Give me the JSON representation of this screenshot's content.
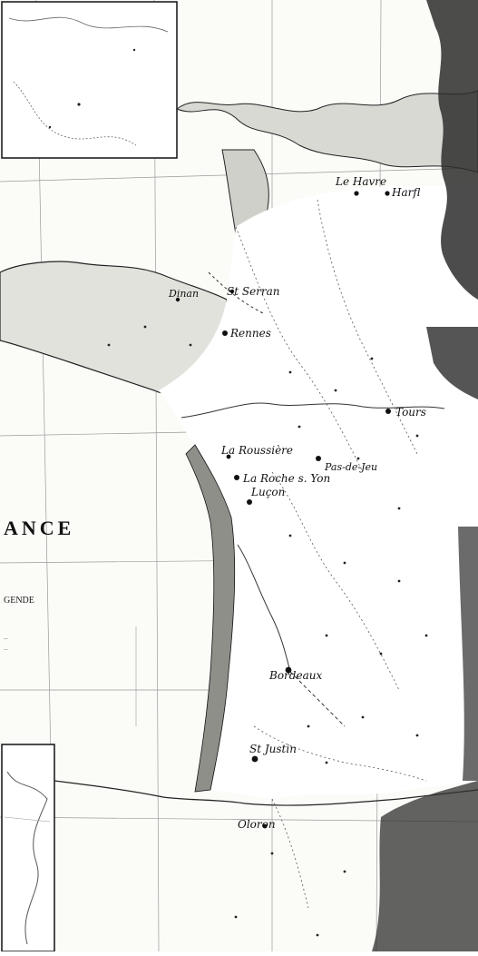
{
  "map": {
    "title_fragment": "ANCE",
    "legend_heading": "GENDE",
    "legend_lines": [
      "...",
      "..."
    ],
    "places": [
      {
        "id": "le-havre",
        "name": "Le Havre"
      },
      {
        "id": "harfleur",
        "name": "Harfl"
      },
      {
        "id": "dinan",
        "name": "Dinan"
      },
      {
        "id": "st-servan",
        "name": "St Serran"
      },
      {
        "id": "rennes",
        "name": "Rennes"
      },
      {
        "id": "tours",
        "name": "Tours"
      },
      {
        "id": "la-roussiere",
        "name": "La Roussière"
      },
      {
        "id": "pas-de-jeu",
        "name": "Pas-de-Jeu"
      },
      {
        "id": "la-roche-sur-yon",
        "name": "La Roche s. Yon"
      },
      {
        "id": "lucon",
        "name": "Luçon"
      },
      {
        "id": "bordeaux",
        "name": "Bordeaux"
      },
      {
        "id": "st-justin",
        "name": "St Justin"
      },
      {
        "id": "oloron",
        "name": "Oloron"
      }
    ]
  }
}
